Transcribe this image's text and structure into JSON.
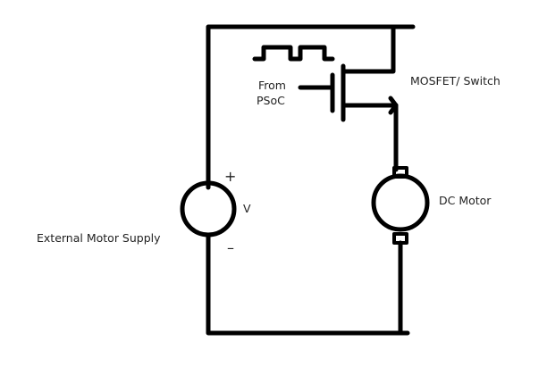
{
  "diagram": {
    "title": "DC motor MOSFET switch circuit",
    "colors": {
      "wire": "#000000",
      "text": "#222222",
      "background": "#ffffff"
    },
    "labels": {
      "pwm_source_line1": "From",
      "pwm_source_line2": "PSoC",
      "switch": "MOSFET/ Switch",
      "motor": "DC Motor",
      "supply_symbol": "V",
      "supply": "External Motor Supply",
      "plus": "+",
      "minus": "–"
    },
    "components": [
      {
        "id": "supply",
        "type": "voltage-source",
        "label": "External Motor Supply"
      },
      {
        "id": "switch",
        "type": "mosfet",
        "label": "MOSFET/ Switch"
      },
      {
        "id": "motor",
        "type": "dc-motor",
        "label": "DC Motor"
      },
      {
        "id": "pwm",
        "type": "pwm-signal",
        "label": "From PSoC"
      }
    ]
  }
}
